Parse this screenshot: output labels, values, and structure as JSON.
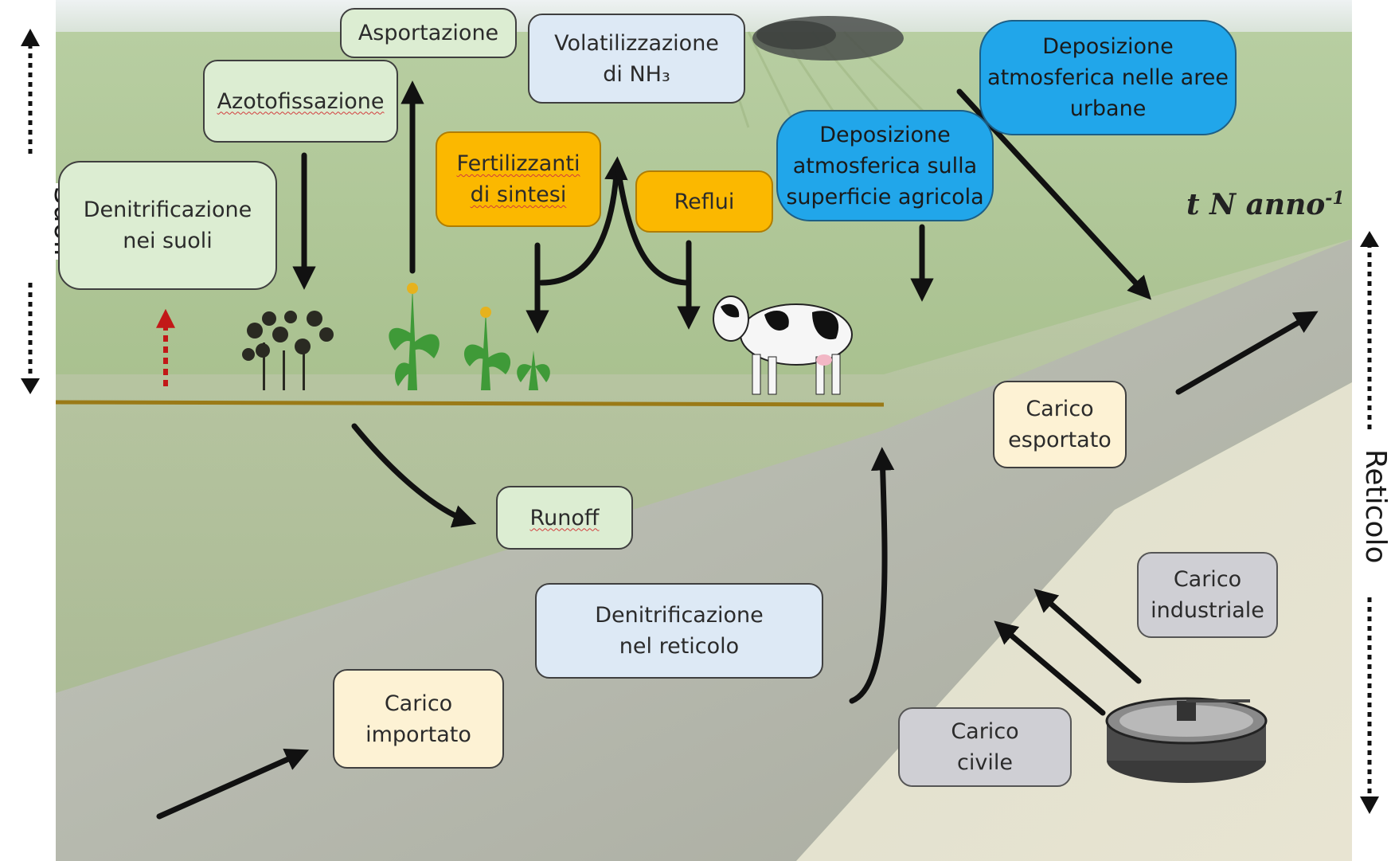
{
  "side_labels": {
    "left": "Suoli",
    "right": "Reticolo"
  },
  "unit": {
    "base": "t N anno",
    "exponent": "-1"
  },
  "boxes": {
    "asportazione": "Asportazione",
    "azotofissazione": "Azotofissazione",
    "volatilizzazione": "Volatilizzazione\ndi NH₃",
    "denitrificazione_suoli": "Denitrificazione\nnei suoli",
    "fertilizzanti": "Fertilizzanti\ndi sintesi",
    "reflui": "Reflui",
    "deposizione_agricola": "Deposizione\natmosferica sulla\nsuperficie agricola",
    "deposizione_urbane": "Deposizione\natmosferica nelle aree\nurbane",
    "runoff": "Runoff",
    "carico_esportato": "Carico\nesportato",
    "denitrificazione_reticolo": "Denitrificazione\nnel reticolo",
    "carico_importato": "Carico\nimportato",
    "carico_industriale": "Carico\nindustriale",
    "carico_civile": "Carico\ncivile"
  },
  "colors": {
    "soil_box": "#dcedd2",
    "air_box": "#dde9f5",
    "input_box": "#fbb800",
    "deposition_box": "#21a6ea",
    "load_box": "#fdf2d4",
    "urban_box": "#cfcfd4",
    "field": "#a8c08c",
    "water": "#b9bdb6",
    "arrow": "#111111",
    "dashed_arrow": "#c21818"
  }
}
